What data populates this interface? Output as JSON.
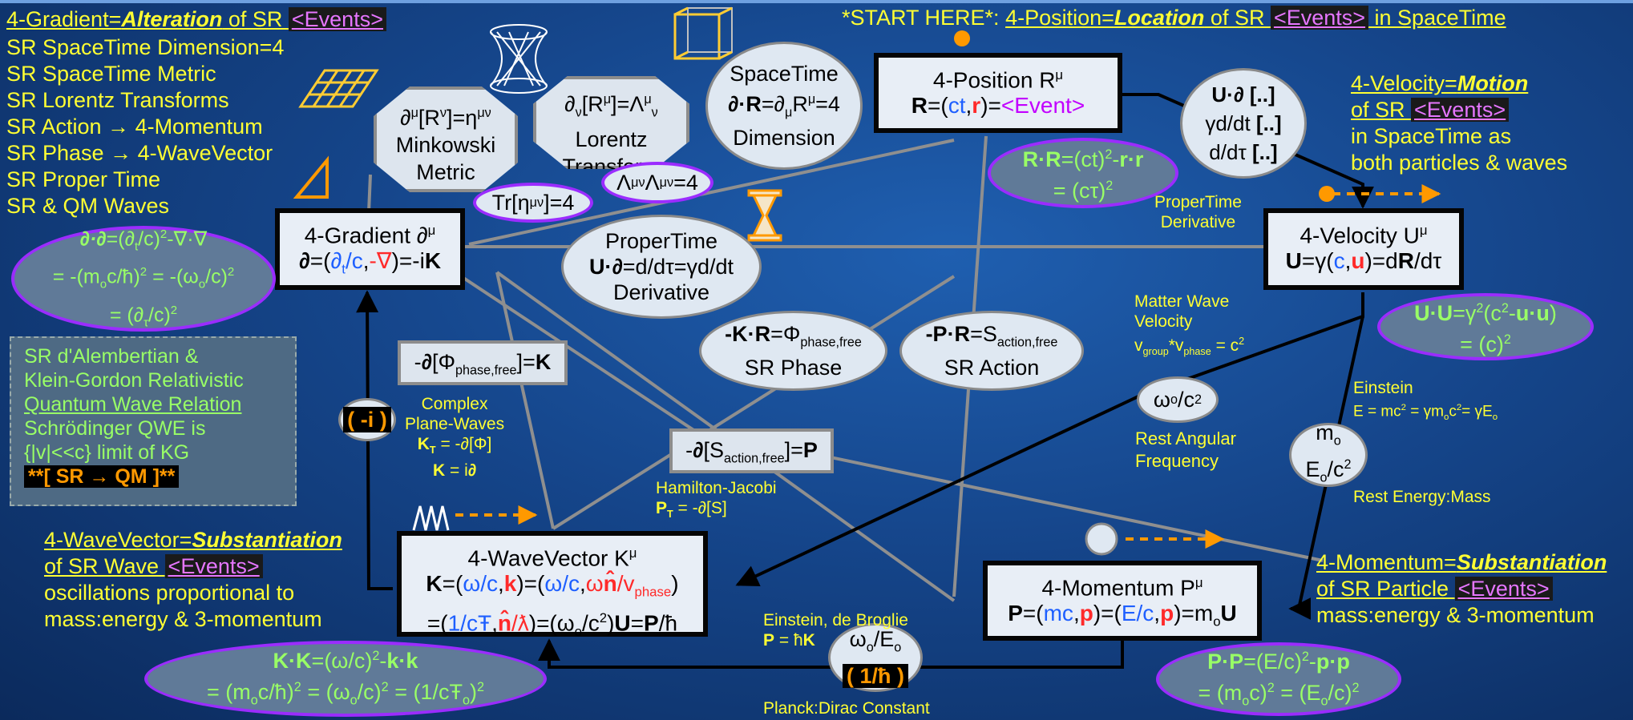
{
  "header": {
    "start_here": "*START HERE*:",
    "title_prefix": "4-Position=",
    "title_em": "Location",
    "title_mid": " of SR ",
    "title_events": "<Events>",
    "title_suffix": " in SpaceTime"
  },
  "gradient_header": {
    "prefix": "4-Gradient=",
    "em": "Alteration",
    "mid": " of SR ",
    "events": "<Events>",
    "items": [
      "SR SpaceTime Dimension=4",
      "SR SpaceTime Metric",
      "SR Lorentz Transforms",
      "SR Action → 4-Momentum",
      "SR Phase → 4-WaveVector",
      "SR Proper Time",
      "SR & QM Waves"
    ]
  },
  "velocity_header": {
    "line1_prefix": "4-Velocity=",
    "line1_em": "Motion",
    "line2_prefix": "of SR ",
    "events": "<Events>",
    "line3": "in SpaceTime as",
    "line4": "both particles & waves"
  },
  "wavevector_header": {
    "line1_prefix": "4-WaveVector=",
    "line1_em": "Substantiation",
    "line2_prefix": "of SR Wave ",
    "events": "<Events>",
    "line3": "oscillations proportional to",
    "line4": "mass:energy & 3-momentum"
  },
  "momentum_header": {
    "line1_prefix": "4-Momentum=",
    "line1_em": "Substantiation",
    "line2_prefix": "of SR Particle ",
    "events": "<Events>",
    "line3": "mass:energy & 3-momentum"
  },
  "qm_panel": {
    "lines": [
      "SR d'Alembertian &",
      "Klein-Gordon Relativistic",
      "Quantum Wave Relation",
      "Schrödinger QWE is",
      "{|v|<<c} limit of KG"
    ],
    "highlight": "**[ SR → QM ]**"
  },
  "boxes": {
    "position": {
      "title": "4-Position R",
      "sup": "μ",
      "eq_lhs": "R",
      "eq_mid": "=(",
      "eq_ct": "ct",
      "eq_r": "r",
      "eq_end": ")=",
      "eq_event": "<Event>"
    },
    "gradient": {
      "title": "4-Gradient ∂",
      "sup": "μ"
    },
    "velocity": {
      "title": "4-Velocity U",
      "sup": "μ"
    },
    "wavevector": {
      "title": "4-WaveVector K",
      "sup": "μ"
    },
    "momentum": {
      "title": "4-Momentum P",
      "sup": "μ"
    }
  },
  "nodes": {
    "spacetime_dim": [
      "SpaceTime",
      "∂·R=∂μRμ=4",
      "Dimension"
    ],
    "minkowski": [
      "∂μ[Rν]=ημν",
      "Minkowski",
      "Metric"
    ],
    "lorentz": [
      "∂ν[Rμ]=Λμν",
      "Lorentz",
      "Transform"
    ],
    "trace": "Tr[ημν]=4",
    "lambda": "ΛμνΛμν=4",
    "propertime_deriv": [
      "ProperTime",
      "U·∂=d/dτ=γd/dt",
      "Derivative"
    ],
    "sr_phase": [
      "-K·R=Φphase,free",
      "SR Phase"
    ],
    "sr_action": [
      "-P·R=Saction,free",
      "SR Action"
    ],
    "u_dot_d": [
      "U·∂ [..]",
      "γd/dt [..]",
      "d/dτ [..]"
    ],
    "phase_grad": "-∂[Φphase,free]=K",
    "action_grad": "-∂[Saction,free]=P",
    "minus_i": "( -i )",
    "omega_c2": "ωo/c2",
    "mass_node": [
      "mo",
      "Eo/c2"
    ],
    "planck_node": [
      "ωo/Eo",
      "( 1/ħ )"
    ]
  },
  "invariants": {
    "rr": [
      "R·R=(ct)2-r·r",
      "= (cτ)2"
    ],
    "dd": [
      "∂·∂=(∂t/c)2-∇·∇",
      "= -(moc/ħ)2 = -(ωo/c)2",
      "= (∂τ/c)2"
    ],
    "uu": [
      "U·U=γ2(c2-u·u)",
      "= (c)2"
    ],
    "kk": [
      "K·K=(ω/c)2-k·k",
      "= (moc/ħ)2 = (ωo/c)2 = (1/cŦo)2"
    ],
    "pp": [
      "P·P=(E/c)2-p·p",
      "= (moc)2 = (Eo/c)2"
    ]
  },
  "labels": {
    "propertime_derivative": [
      "ProperTime",
      "Derivative"
    ],
    "matter_wave": [
      "Matter Wave",
      "Velocity",
      "vgroup*vphase = c2"
    ],
    "einstein": [
      "Einstein",
      "E = mc2 = γmoc2= γEo"
    ],
    "rest_angular": [
      "Rest Angular",
      "Frequency"
    ],
    "rest_energy": "Rest Energy:Mass",
    "complex_waves": [
      "Complex",
      "Plane-Waves",
      "KT = -∂[Φ]",
      "K = i∂"
    ],
    "hamilton": [
      "Hamilton-Jacobi",
      "PT = -∂[S]"
    ],
    "debroglie": [
      "Einstein, de Broglie",
      "P = ħK"
    ],
    "planck": "Planck:Dirac Constant"
  },
  "colors": {
    "background": "#15458a",
    "yellow_text": "#ffff33",
    "green_text": "#99ff66",
    "event_magenta": "#e676ff",
    "ellipse_border": "#9b2cff",
    "arrow_orange": "#ff9900"
  }
}
